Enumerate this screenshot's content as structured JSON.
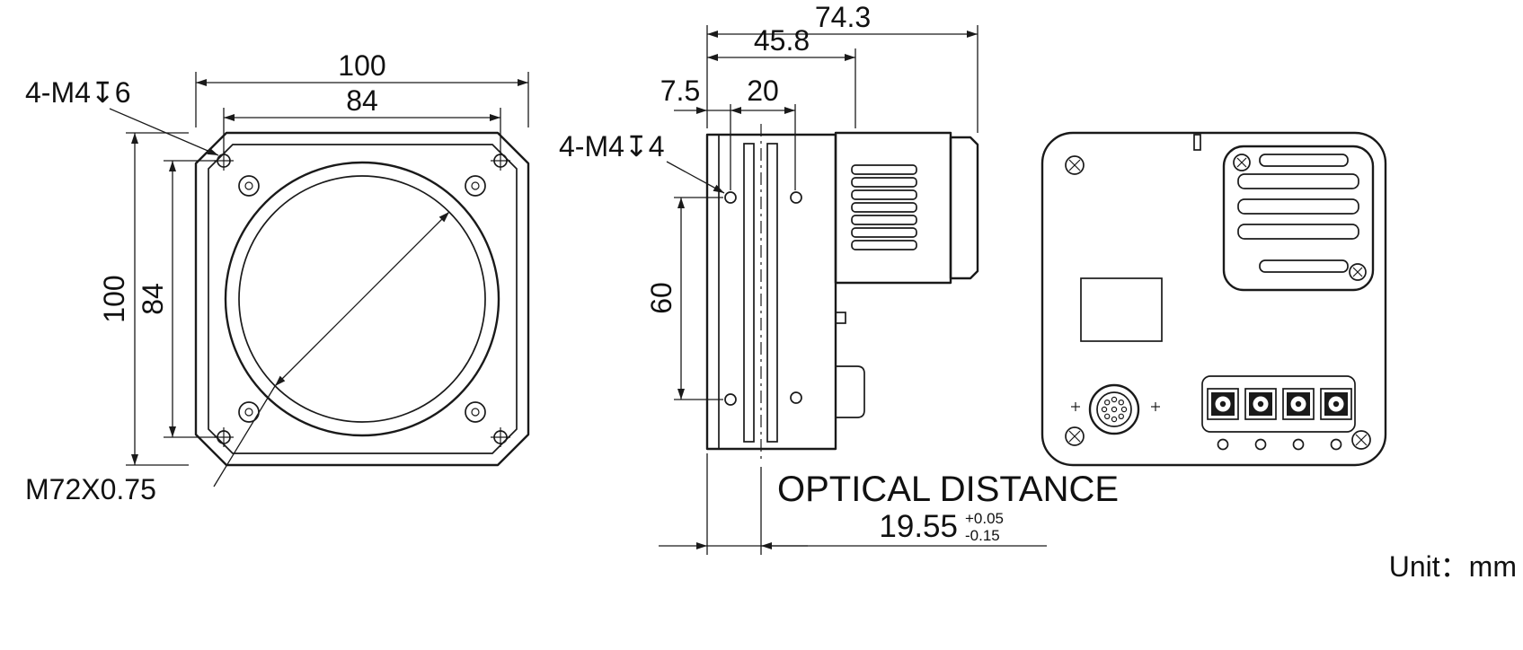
{
  "unit_label": "Unit：mm",
  "front_view": {
    "dim_width_outer": "100",
    "dim_width_holes": "84",
    "dim_height_outer": "100",
    "dim_height_holes": "84",
    "thread_note": "4-M4↧6",
    "lens_mount_note": "M72X0.75"
  },
  "side_view": {
    "dim_depth_total": "74.3",
    "dim_depth_body": "45.8",
    "dim_front_offset": "7.5",
    "dim_hole_offset": "20",
    "dim_hole_spacing": "60",
    "thread_note": "4-M4↧4",
    "optical_distance_label": "OPTICAL DISTANCE",
    "optical_distance_value": "19.55",
    "optical_distance_tol_upper": "+0.05",
    "optical_distance_tol_lower": "-0.15"
  }
}
